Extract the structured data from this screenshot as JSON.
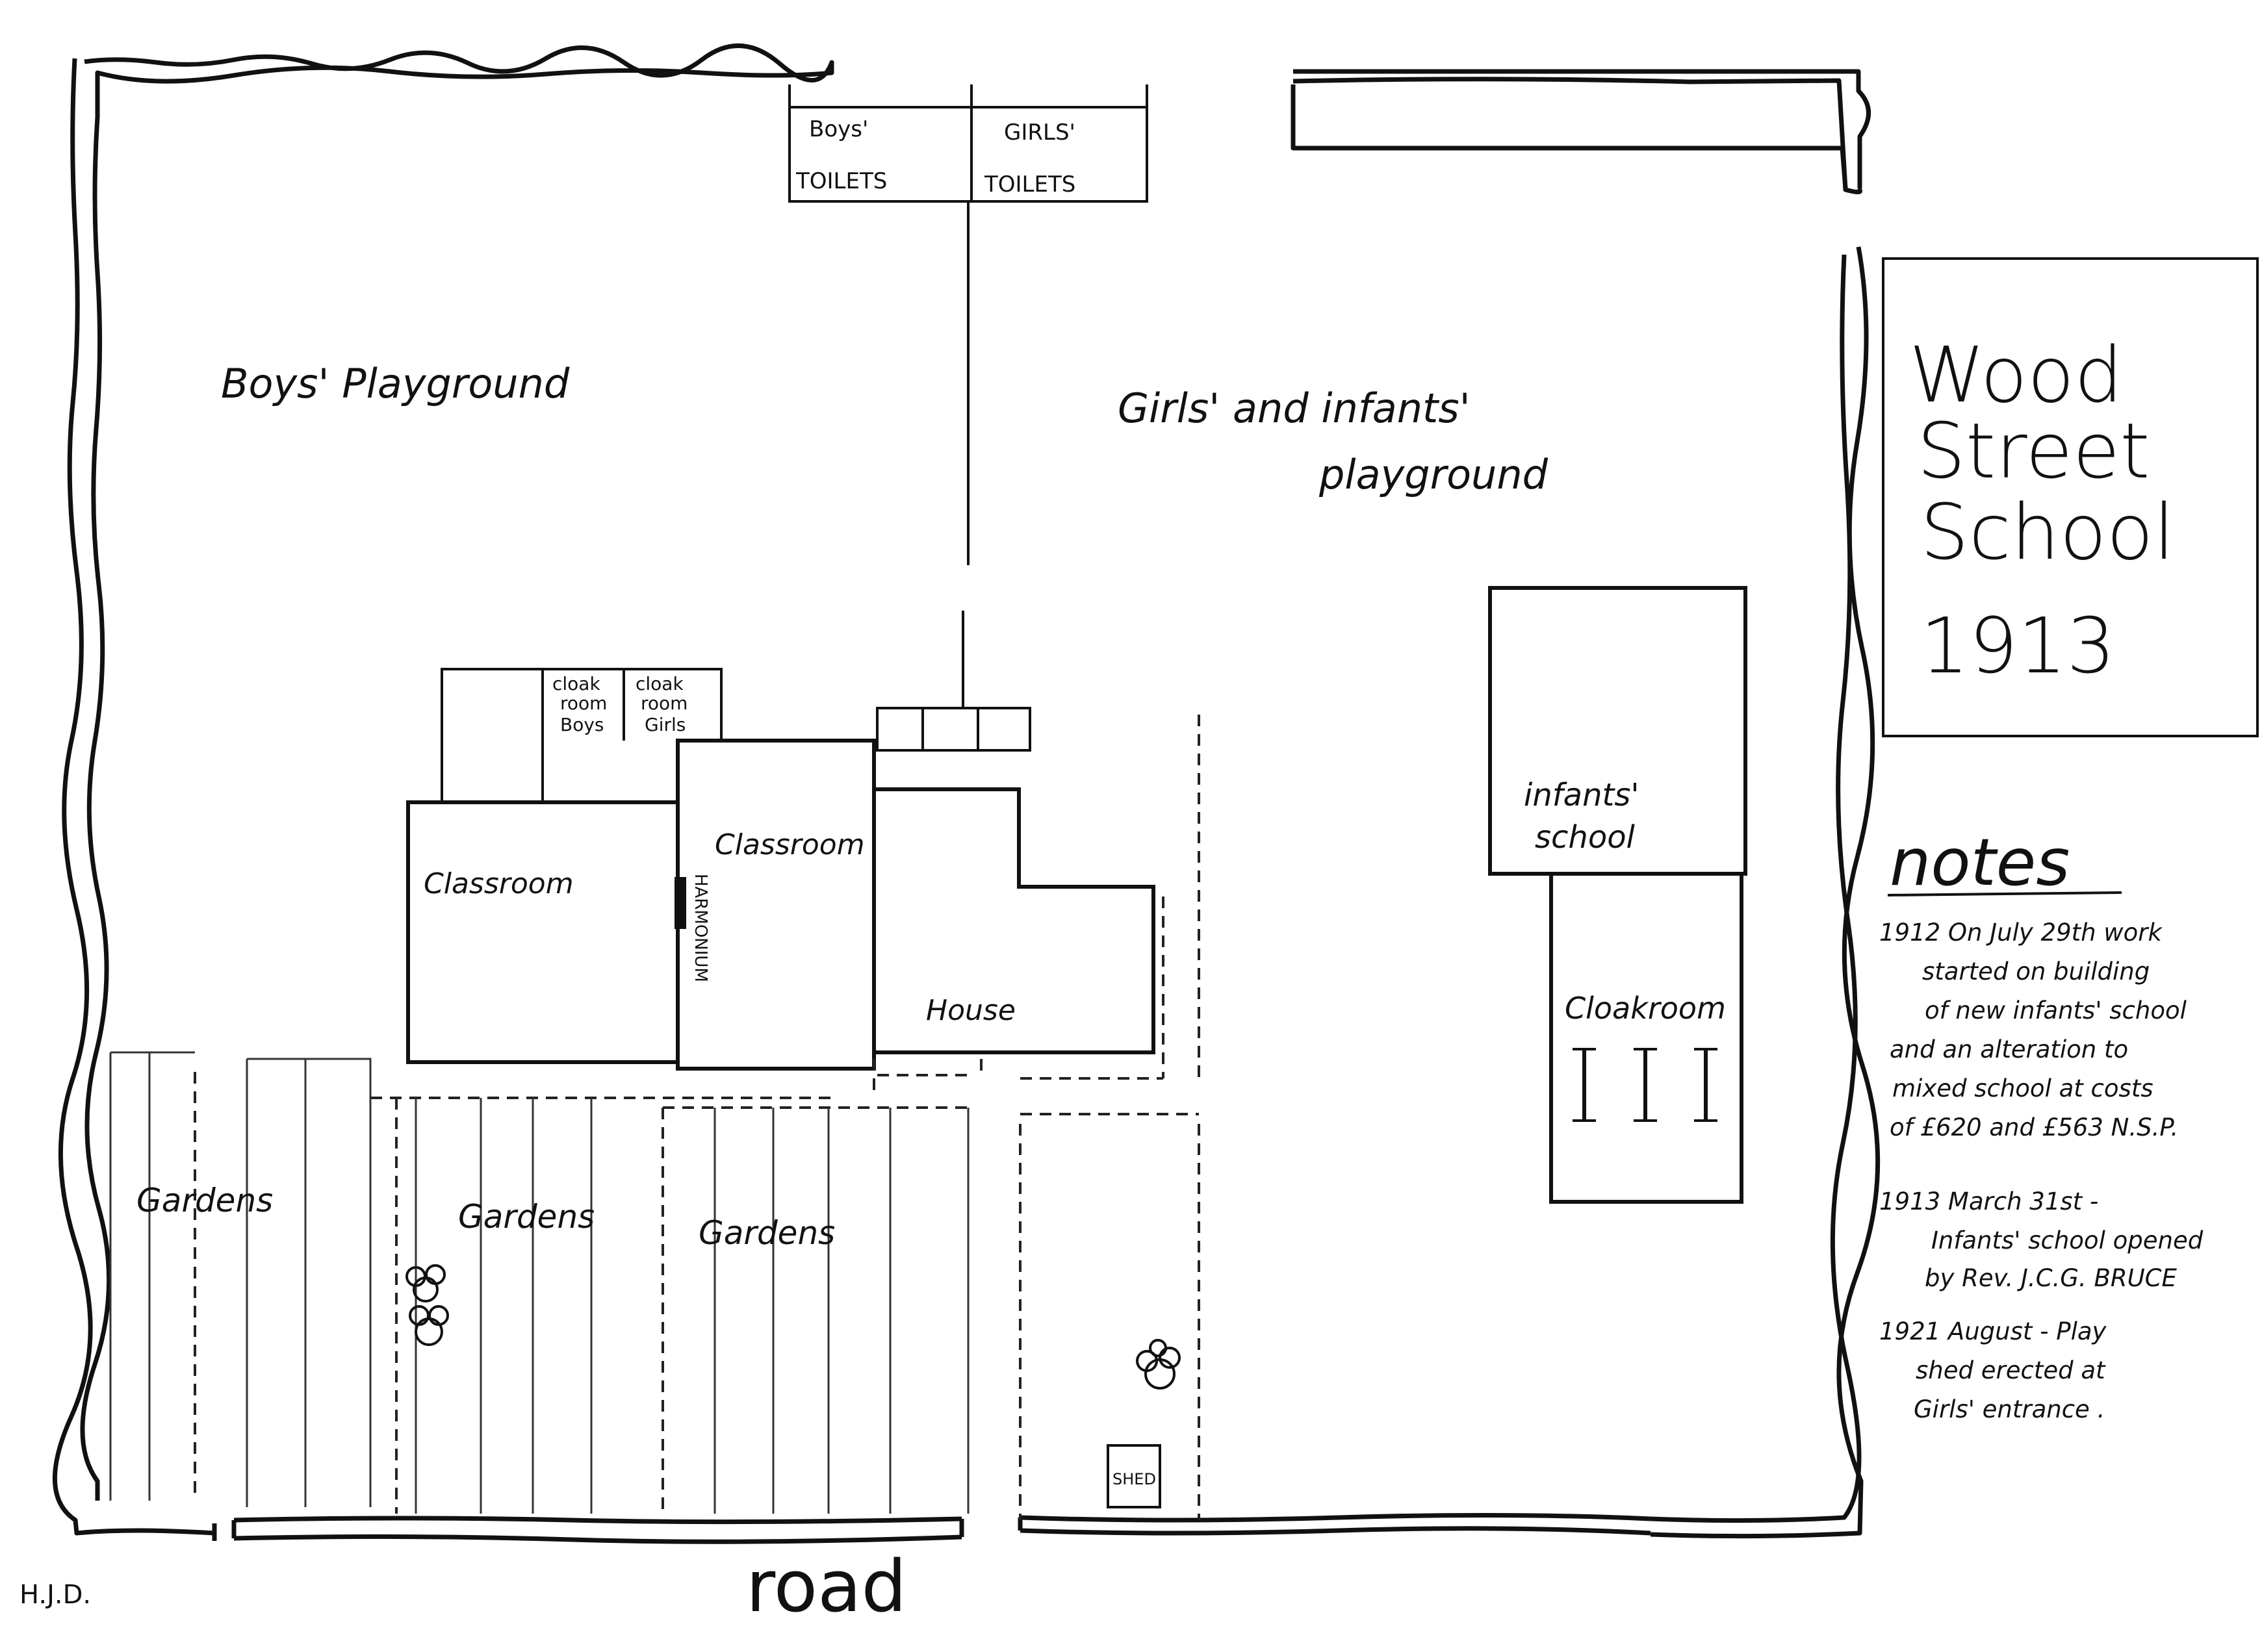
{
  "title": {
    "line1": "Wood",
    "line2": "Street",
    "line3": "School",
    "year": "1913"
  },
  "areas": {
    "boys_playground": "Boys' Playground",
    "girls_playground_line1": "Girls' and infants'",
    "girls_playground_line2": "playground",
    "boys_toilets_line1": "Boys'",
    "boys_toilets_line2": "TOILETS",
    "girls_toilets_line1": "GIRLS'",
    "girls_toilets_line2": "TOILETS",
    "cloakroom_boys_1": "cloak",
    "cloakroom_boys_2": "room",
    "cloakroom_boys_3": "Boys",
    "cloakroom_girls_1": "cloak",
    "cloakroom_girls_2": "room",
    "cloakroom_girls_3": "Girls",
    "classroom_left": "Classroom",
    "classroom_right": "Classroom",
    "harmonium": "HARMONIUM",
    "house": "House",
    "infants_school_line1": "infants'",
    "infants_school_line2": "school",
    "cloakroom_infants": "Cloakroom",
    "gardens_1": "Gardens",
    "gardens_2": "Gardens",
    "gardens_3": "Gardens",
    "shed": "SHED",
    "road": "road",
    "initials": "H.J.D."
  },
  "notes": {
    "heading": "notes",
    "lines": [
      "1912  On July 29th work",
      "started on building",
      "of new infants' school",
      "and an alteration to",
      "mixed school at costs",
      "of £620 and £563 N.S.P.",
      "1913  March 31st -",
      "Infants' school opened",
      "by Rev. J.C.G. BRUCE",
      "1921 August - Play",
      "shed erected at",
      "Girls' entrance ."
    ]
  }
}
